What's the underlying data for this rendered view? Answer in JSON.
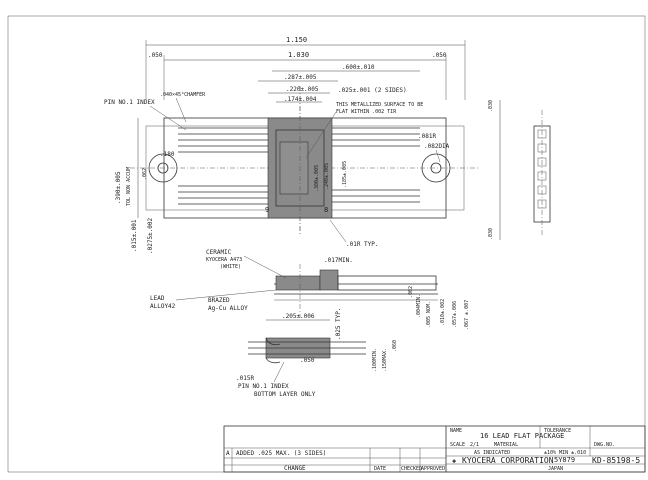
{
  "dims_top": {
    "overall": "1.150",
    "inner": "1.030",
    "left_margin": ".050",
    "right_margin": ".050",
    "lead_span": ".600±.010",
    "body_outer": ".287±.005",
    "body_inner": ".220±.005",
    "cavity": ".174±.004",
    "lead_pitch": ".025±.001 (2 SIDES)",
    "right_top": ".030",
    "right_bottom": ".030"
  },
  "notes": {
    "pin1_index": "PIN NO.1 INDEX",
    "chamfer": ".040×45°CHAMFER",
    "metallized_1": "THIS METALLIZED SURFACE TO BE",
    "metallized_2": "FLAT WITHIN .002 TIR",
    "r_left": ".180",
    "r_right_1": ".081R",
    "r_right_2": ".082DIA",
    "side_span_1": ".390±.005",
    "side_span_2": "TOL NON ACCUM",
    "side_lead": ".062",
    "side_a": ".015±.001",
    "side_b": ".0275±.002",
    "inner_v1": ".300±.005",
    "inner_v2": ".240±.005",
    "inner_v3": ".185±.005",
    "r_typ": ".01R TYP."
  },
  "section": {
    "ceramic_1": "CERAMIC",
    "ceramic_2": "KYOCERA A473",
    "ceramic_3": "(WHITE)",
    "min_017": ".017MIN.",
    "lead_1": "LEAD",
    "lead_2": "ALLOY42",
    "brazed_1": "BRAZED",
    "brazed_2": "Ag-Cu ALLOY",
    "v1": ".002",
    "v2": ".004MIN.",
    "v3": ".005 NOM.",
    "v4": ".010±.002",
    "v5": ".057±.006",
    "v6": ".067 ±.007"
  },
  "detail": {
    "width": ".205±.006",
    "typ": ".025 TYP.",
    "pitch": ".050",
    "d1": ".100MIN.",
    "d2": ".150MAX.",
    "d3": ".060",
    "r_note": ".015R",
    "pin1_1": "PIN NO.1 INDEX",
    "pin1_2": "BOTTOM LAYER ONLY"
  },
  "title_block": {
    "name_label": "NAME",
    "name": "16 LEAD FLAT PACKAGE",
    "scale_label": "SCALE",
    "scale": "2/1",
    "material_label": "MATERIAL",
    "material": "AS INDICATED",
    "tolerance_label": "TOLERANCE",
    "tolerance": "±10% MIN ±.010",
    "company": "KYOCERA CORPORATION",
    "country": "JAPAN",
    "date": "5Y879",
    "drawing_no_label": "DWG.NO.",
    "drawing_no": "KD-85198-5",
    "revision": "A",
    "revision_text": "ADDED .025 MAX. (3 SIDES)",
    "change_label": "CHANGE",
    "date_label": "DATE",
    "checked_label": "CHECKED",
    "approved_label": "APPROVED"
  }
}
